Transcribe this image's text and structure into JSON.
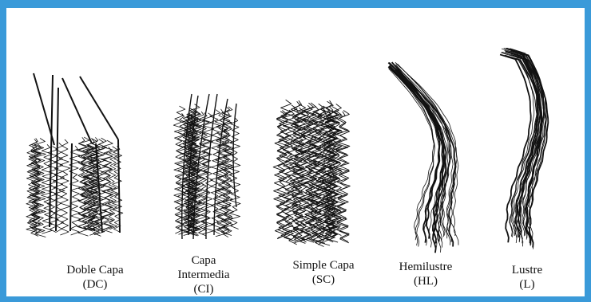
{
  "fiber_types": [
    {
      "name": "Doble Capa",
      "code": "(DC)"
    },
    {
      "name": "Capa Intermedia",
      "code": "(CI)"
    },
    {
      "name": "Simple Capa",
      "code": "(SC)"
    },
    {
      "name": "Hemilustre",
      "code": "(HL)"
    },
    {
      "name": "Lustre",
      "code": "(L)"
    }
  ],
  "colors": {
    "frame": "#3a9ad9",
    "ink": "#111111"
  }
}
